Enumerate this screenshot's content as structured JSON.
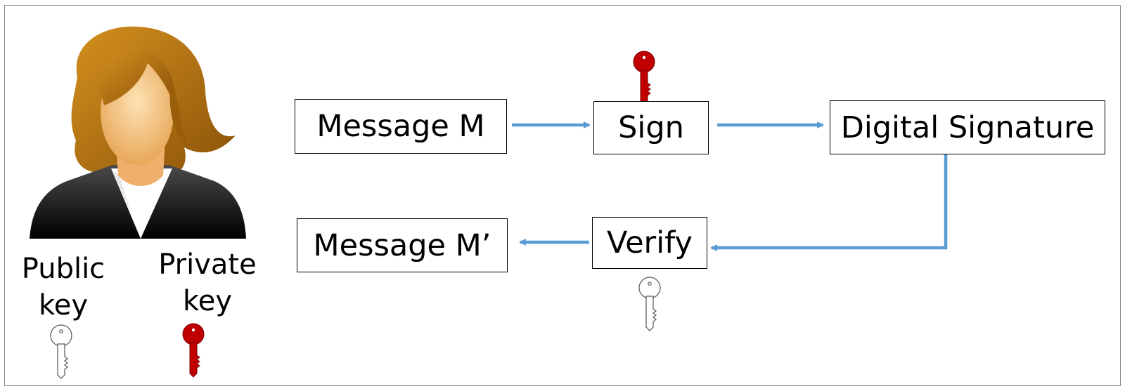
{
  "nodes": {
    "message_m": "Message M",
    "sign": "Sign",
    "digital_signature": "Digital Signature",
    "verify": "Verify",
    "message_m_prime": "Message M’"
  },
  "person": {
    "public_key_line1": "Public",
    "public_key_line2": "key",
    "private_key_line1": "Private",
    "private_key_line2": "key"
  },
  "colors": {
    "arrow": "#5b9bd5",
    "private_key": "#c00000",
    "public_key": "#ffffff",
    "hair": "#b8740f",
    "skin": "#f3c27e",
    "jacket": "#1a1a1a"
  },
  "icons": {
    "person": "woman-avatar-icon",
    "public_key": "white-key-icon",
    "private_key": "red-key-icon"
  }
}
